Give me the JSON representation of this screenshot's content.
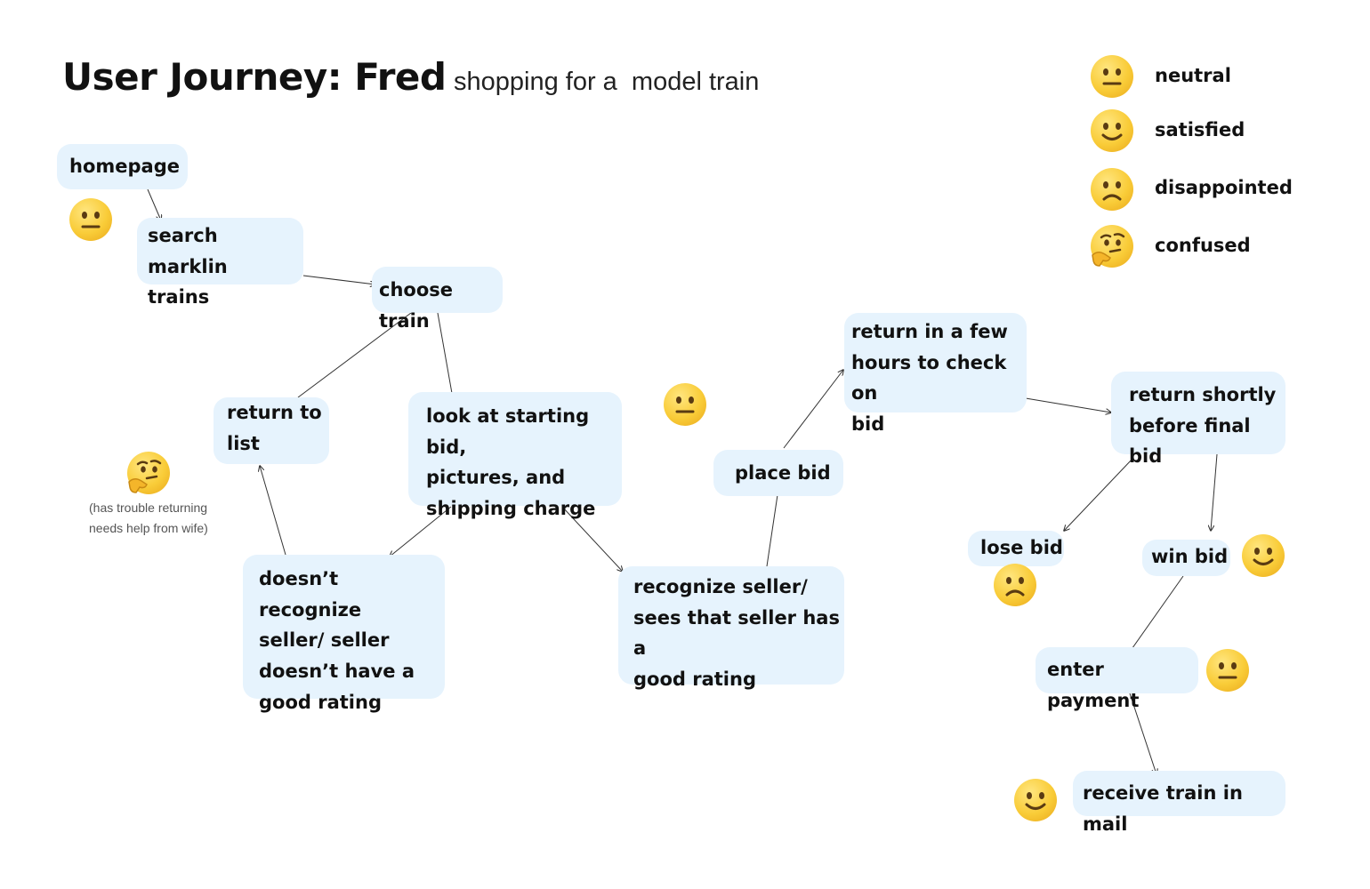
{
  "header": {
    "title": "User Journey: Fred",
    "subtitle": "shopping for a  model train"
  },
  "legend": [
    {
      "emotion": "neutral",
      "label": "neutral"
    },
    {
      "emotion": "satisfied",
      "label": "satisfied"
    },
    {
      "emotion": "disappointed",
      "label": "disappointed"
    },
    {
      "emotion": "confused",
      "label": "confused"
    }
  ],
  "steps": {
    "homepage": "homepage",
    "search": "search marklin\ntrains",
    "choose": "choose train",
    "return_list": "return to\nlist",
    "look": "look at starting bid,\npictures, and\nshipping charge",
    "not_recognize": "doesn’t recognize\nseller/ seller\ndoesn’t have a\ngood rating",
    "recognize": "recognize seller/\nsees that seller has a\ngood rating",
    "place_bid": "place bid",
    "return_few": "return in a few\nhours to check on\nbid",
    "return_shortly": "return shortly\nbefore final bid",
    "lose_bid": "lose bid",
    "win_bid": "win bid",
    "enter_payment": "enter payment",
    "receive": "receive train in mail"
  },
  "annotations": {
    "confused_note": "(has trouble returning\nneeds help from wife)"
  },
  "colors": {
    "node_fill": "#e6f3fd",
    "emoji_yellow": "#f9cc38",
    "arrow": "#333333"
  }
}
